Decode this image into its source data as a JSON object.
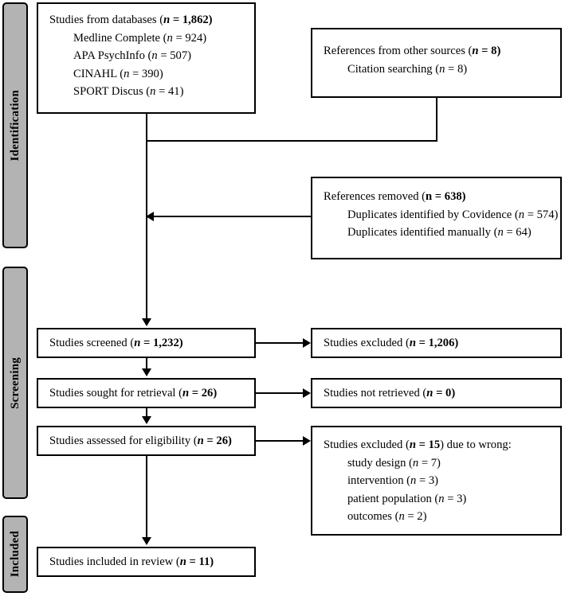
{
  "diagram": {
    "type": "prisma-flow-diagram",
    "phases": [
      {
        "id": "identification",
        "label": "Identification"
      },
      {
        "id": "screening",
        "label": "Screening"
      },
      {
        "id": "included",
        "label": "Included"
      }
    ],
    "boxes": {
      "databases": {
        "title_text": "Studies from databases (n = 1,862)",
        "title_prefix": "Studies from databases (",
        "title_n": "n",
        "title_eq": " = ",
        "title_value": "1,862",
        "title_suffix": ")",
        "sources": [
          {
            "label": "Medline Complete (",
            "n": "n",
            "eq": " = ",
            "value": "924",
            "suffix": ")"
          },
          {
            "label": "APA PsychInfo (",
            "n": "n",
            "eq": " = ",
            "value": "507",
            "suffix": ")"
          },
          {
            "label": "CINAHL (",
            "n": "n",
            "eq": " = ",
            "value": "390",
            "suffix": ")"
          },
          {
            "label": "SPORT Discus (",
            "n": "n",
            "eq": " = ",
            "value": "41",
            "suffix": ")"
          }
        ]
      },
      "other_sources": {
        "title_prefix": "References from other sources (",
        "title_n": "n",
        "title_eq": " = ",
        "title_value": "8",
        "title_suffix": ")",
        "sub": {
          "label": "Citation searching (",
          "n": "n",
          "eq": " = ",
          "value": "8",
          "suffix": ")"
        }
      },
      "removed": {
        "title_prefix": "References removed (",
        "title_n": "n",
        "title_eq": " = ",
        "title_value": "638",
        "title_suffix": ")",
        "subs": [
          {
            "label": "Duplicates identified by Covidence (",
            "n": "n",
            "eq": " = ",
            "value": "574",
            "suffix": ")"
          },
          {
            "label": "Duplicates identified manually (",
            "n": "n",
            "eq": " = ",
            "value": "64",
            "suffix": ")"
          }
        ]
      },
      "screened": {
        "prefix": "Studies screened (",
        "n": "n",
        "eq": " = ",
        "value": "1,232",
        "suffix": ")"
      },
      "excluded_screened": {
        "prefix": "Studies excluded (",
        "n": "n",
        "eq": " = ",
        "value": "1,206",
        "suffix": ")"
      },
      "sought": {
        "prefix": "Studies sought for retrieval (",
        "n": "n",
        "eq": " = ",
        "value": "26",
        "suffix": ")"
      },
      "not_retrieved": {
        "prefix": "Studies not retrieved (",
        "n": "n",
        "eq": " = ",
        "value": "0",
        "suffix": ")"
      },
      "assessed": {
        "prefix": "Studies assessed for eligibility (",
        "n": "n",
        "eq": " = ",
        "value": "26",
        "suffix": ")"
      },
      "excluded_eligibility": {
        "title_prefix": "Studies excluded (",
        "title_n": "n",
        "title_eq": " = ",
        "title_value": "15",
        "title_suffix": ") due to wrong:",
        "reasons": [
          {
            "label": "study design (",
            "n": "n",
            "eq": " = ",
            "value": "7",
            "suffix": ")"
          },
          {
            "label": "intervention (",
            "n": "n",
            "eq": " = ",
            "value": "3",
            "suffix": ")"
          },
          {
            "label": "patient population (",
            "n": "n",
            "eq": " = ",
            "value": "3",
            "suffix": ")"
          },
          {
            "label": "outcomes (",
            "n": "n",
            "eq": " = ",
            "value": "2",
            "suffix": ")"
          }
        ]
      },
      "included_review": {
        "prefix": "Studies included in review (",
        "n": "n",
        "eq": " = ",
        "value": "11",
        "suffix": ")"
      }
    },
    "colors": {
      "phase_bar_fill": "#b3b3b3",
      "stroke": "#000000",
      "box_fill": "#ffffff",
      "page_background": "#ffffff"
    }
  }
}
